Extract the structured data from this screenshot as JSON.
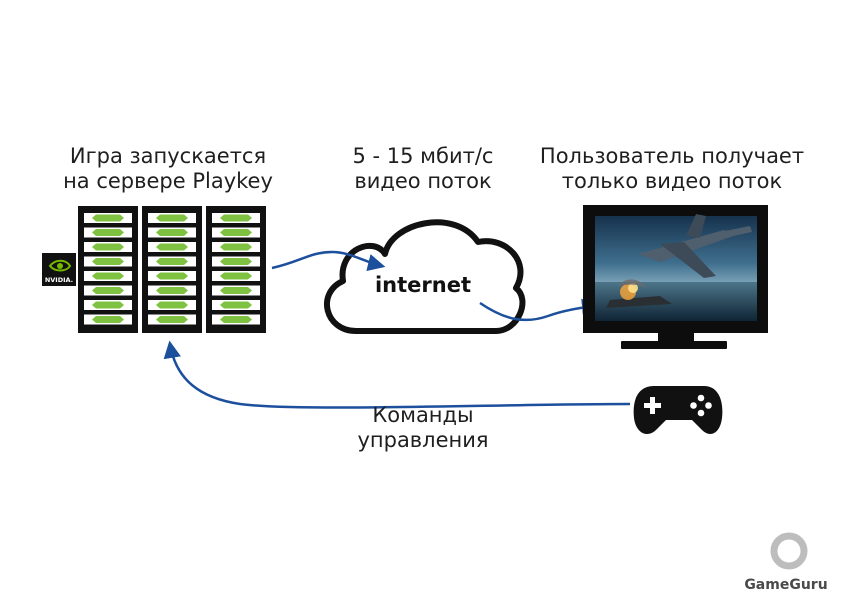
{
  "labels": {
    "server_line1": "Игра запускается",
    "server_line2": "на сервере Playkey",
    "stream_line1": "5 - 15 мбит/с",
    "stream_line2": "видео поток",
    "user_line1": "Пользователь получает",
    "user_line2": "только видео поток",
    "cloud": "internet",
    "controls_line1": "Команды",
    "controls_line2": "управления"
  },
  "nvidia_badge": "NVIDIA.",
  "watermark": "GameGuru",
  "icons": {
    "server": "server-rack-icon",
    "nvidia": "nvidia-logo-icon",
    "cloud": "cloud-icon",
    "monitor": "monitor-icon",
    "gamepad": "gamepad-icon",
    "watermark": "gameguru-logo-icon"
  },
  "colors": {
    "arrow": "#1c4f9c",
    "server_slot": "#7fc241",
    "nvidia_green": "#76b900",
    "dark": "#111111"
  }
}
